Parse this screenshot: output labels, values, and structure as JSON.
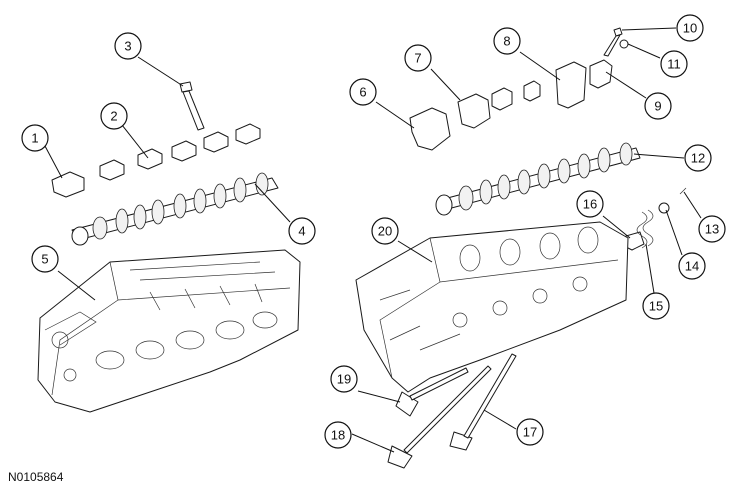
{
  "figure_id": "N0105864",
  "callouts": [
    {
      "num": "1"
    },
    {
      "num": "2"
    },
    {
      "num": "3"
    },
    {
      "num": "4"
    },
    {
      "num": "5"
    },
    {
      "num": "6"
    },
    {
      "num": "7"
    },
    {
      "num": "8"
    },
    {
      "num": "9"
    },
    {
      "num": "10"
    },
    {
      "num": "11"
    },
    {
      "num": "12"
    },
    {
      "num": "13"
    },
    {
      "num": "14"
    },
    {
      "num": "15"
    },
    {
      "num": "16"
    },
    {
      "num": "17"
    },
    {
      "num": "18"
    },
    {
      "num": "19"
    },
    {
      "num": "20"
    }
  ]
}
